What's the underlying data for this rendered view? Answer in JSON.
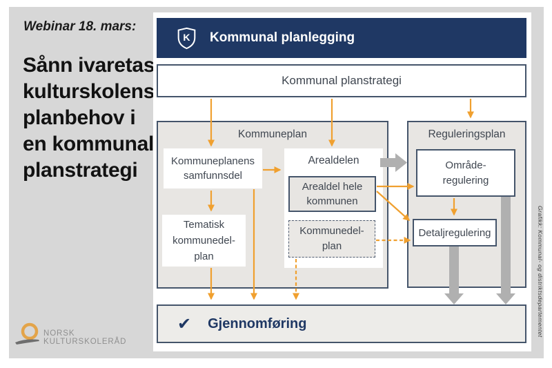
{
  "slide": {
    "eyebrow": "Webinar 18. mars:",
    "title": "Sånn ivaretas\nkulturskolens\nplanbehov i\nen kommunal\nplanstrategi"
  },
  "logo": {
    "text": "NORSK KULTURSKOLERÅD"
  },
  "credit": "Grafikk: Kommunal- og distriktsdepartementet",
  "diagram": {
    "header": {
      "icon": "shield-k-icon",
      "icon_letter": "K",
      "title": "Kommunal planlegging"
    },
    "planstrategi": "Kommunal planstrategi",
    "kommuneplan": {
      "title": "Kommuneplan",
      "samfunnsdel": "Kommuneplanens\nsamfunnsdel",
      "tematisk": "Tematisk\nkommunedel-\nplan",
      "arealdelen": "Arealdelen",
      "arealdel_hele": "Arealdel hele\nkommunen",
      "kommunedelplan": "Kommunedel-\nplan"
    },
    "reguleringsplan": {
      "title": "Reguleringsplan",
      "omrade": "Område-\nregulering",
      "detalj": "Detaljregulering"
    },
    "gjennomforing": {
      "check": "✔",
      "label": "Gjennomføring"
    }
  },
  "colors": {
    "navy": "#1f3864",
    "box_border": "#44546a",
    "orange": "#f0a02f",
    "thick_arrow_gray": "#b0b0b0",
    "slide_bg": "#d7d7d7",
    "panel_bg": "#e8e6e3",
    "logo_gold": "#e3a44a"
  }
}
